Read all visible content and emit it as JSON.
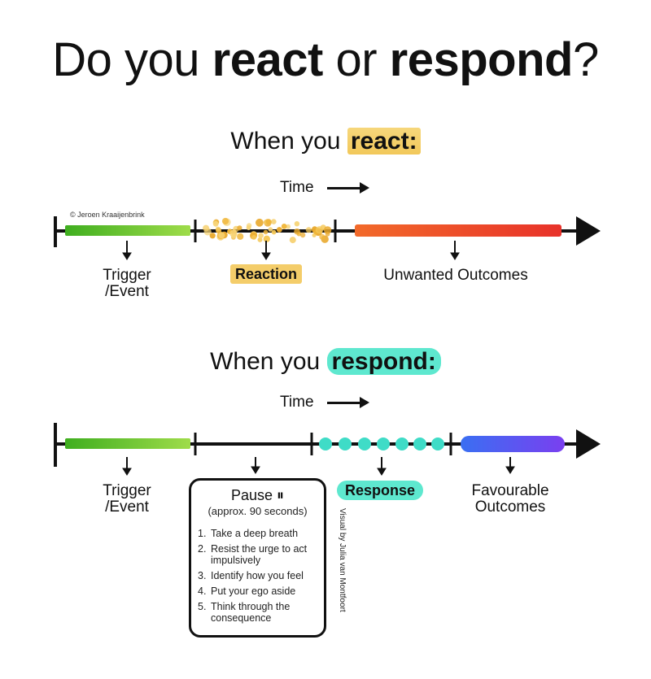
{
  "title": {
    "part1": "Do you ",
    "bold1": "react",
    "part2": " or ",
    "bold2": "respond",
    "part3": "?"
  },
  "react_section": {
    "heading_prefix": "When you ",
    "heading_keyword": "react:",
    "time_label": "Time",
    "copyright": "© Jeroen Kraaijenbrink",
    "trigger_line1": "Trigger",
    "trigger_line2": "/Event",
    "reaction_label": "Reaction",
    "outcome_label": "Unwanted Outcomes"
  },
  "respond_section": {
    "heading_prefix": "When you ",
    "heading_keyword": "respond:",
    "time_label": "Time",
    "trigger_line1": "Trigger",
    "trigger_line2": "/Event",
    "pause_title": "Pause ⏸",
    "pause_subtitle": "(approx. 90 seconds)",
    "steps": [
      {
        "num": "1.",
        "text": "Take a deep breath"
      },
      {
        "num": "2.",
        "text": "Resist the urge to act impulsively"
      },
      {
        "num": "3.",
        "text": "Identify how you feel"
      },
      {
        "num": "4.",
        "text": "Put your ego aside"
      },
      {
        "num": "5.",
        "text": "Think through the consequence"
      }
    ],
    "response_label": "Response",
    "outcome_line1": "Favourable",
    "outcome_line2": "Outcomes",
    "credit": "Visual by Julia van Montfoort"
  },
  "colors": {
    "trigger_green": "#5cc52a",
    "reaction_yellow": "#f0b63a",
    "unwanted_red": "#ee4a2a",
    "response_teal": "#3fdcc7",
    "favourable_blue": "#4a5cf0"
  }
}
